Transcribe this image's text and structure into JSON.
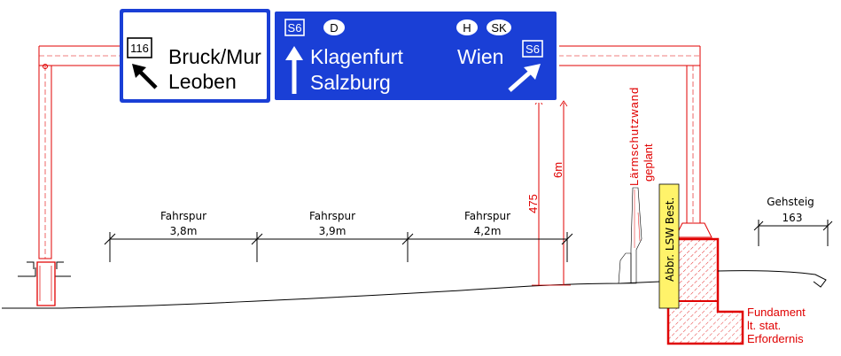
{
  "colors": {
    "sign_blue": "#1a3fd6",
    "sign_white": "#ffffff",
    "structure_red": "#e00000",
    "soundwall_yellow": "#fff36a",
    "line": "#000000"
  },
  "left_sign": {
    "route_number": "116",
    "line1": "Bruck/Mur",
    "line2": "Leoben",
    "arrow_icon": "arrow-up-left-icon"
  },
  "right_sign": {
    "badge_s6_left": "S6",
    "badge_d": "D",
    "badge_h": "H",
    "badge_sk": "SK",
    "badge_s6_right": "S6",
    "line1_left": "Klagenfurt",
    "line1_right": "Wien",
    "line2_left": "Salzburg",
    "arrow_up_icon": "arrow-up-icon",
    "arrow_right_icon": "arrow-up-right-icon"
  },
  "lanes": [
    {
      "label": "Fahrspur",
      "width": "3,8m"
    },
    {
      "label": "Fahrspur",
      "width": "3,9m"
    },
    {
      "label": "Fahrspur",
      "width": "4,2m"
    }
  ],
  "clearance_dimensions": {
    "inner": "475",
    "outer": "6m"
  },
  "noise_barrier": {
    "planned_line1": "Lärmschutzwand",
    "planned_line2": "geplant",
    "existing_label": "Abbr. LSW Best."
  },
  "sidewalk": {
    "label": "Gehsteig",
    "width": "163"
  },
  "foundation": {
    "line1": "Fundament",
    "line2": "lt. stat.",
    "line3": "Erfordernis"
  }
}
